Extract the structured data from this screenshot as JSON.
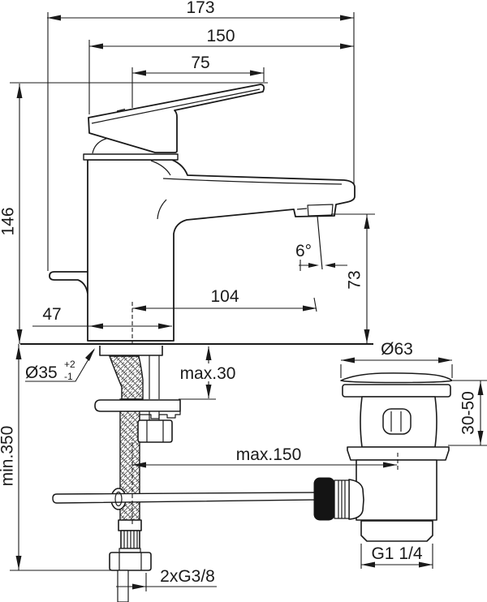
{
  "drawing": {
    "type": "technical installation drawing, single-lever basin mixer with pop-up waste",
    "colors": {
      "line": "#1a1a1a",
      "background": "#ffffff"
    },
    "dims": {
      "overall_depth": "173",
      "spout_overall": "150",
      "handle_length": "75",
      "body_height": "146",
      "stream_angle": "6°",
      "outlet_height": "73",
      "spout_reach": "104",
      "base_depth": "47",
      "hole": {
        "dia": "Ø35",
        "tol_plus": "+2",
        "tol_minus": "-1"
      },
      "deck_thickness": "max.30",
      "hose_length": "min.350",
      "waste_distance": "max.150",
      "waste_cap_dia": "Ø63",
      "waste_clamp_range": "30-50",
      "waste_thread": "G1 1/4",
      "supply_thread": "2xG3/8"
    }
  }
}
